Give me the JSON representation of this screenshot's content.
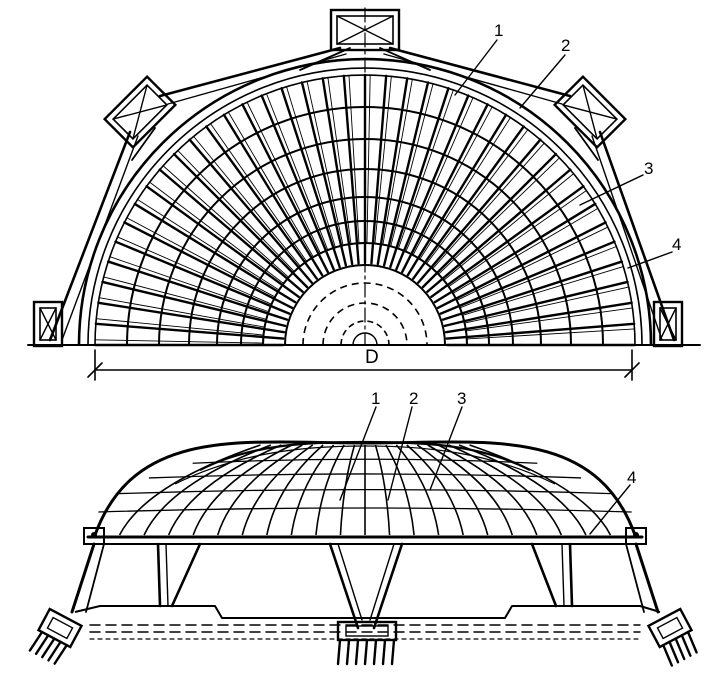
{
  "plan_view": {
    "callouts": [
      "1",
      "2",
      "3",
      "4"
    ],
    "dimension_label": "D"
  },
  "elevation_view": {
    "callouts": [
      "1",
      "2",
      "3",
      "4"
    ]
  },
  "colors": {
    "ink": "#000000",
    "paper": "#ffffff"
  }
}
